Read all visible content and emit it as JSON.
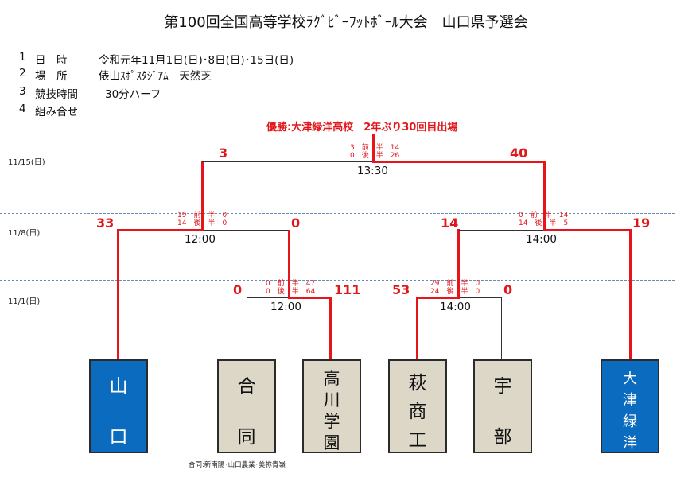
{
  "title": "第100回全国高等学校ﾗｸﾞﾋﾞｰﾌｯﾄﾎﾞｰﾙ大会　山口県予選会",
  "info": {
    "date_num": "1",
    "date_label": "日　時",
    "date_value": "令和元年11月1日(日)･8日(日)･15日(日)",
    "place_num": "2",
    "place_label": "場　所",
    "place_value": "俵山ｽﾎﾟｽﾀｼﾞｱﾑ　天然芝",
    "time_num": "3",
    "time_label": "競技時間",
    "time_value": "30分ハーフ",
    "combo_num": "4",
    "combo_label": "組み合せ"
  },
  "champion": "優勝:大津緑洋高校　2年ぶり30回目出場",
  "dates": {
    "r3": "11/15(日)",
    "r2": "11/8(日)",
    "r1": "11/1(日)"
  },
  "teams": {
    "t1": [
      "山",
      "口"
    ],
    "t2": [
      "合",
      "同"
    ],
    "t3": [
      "高",
      "川",
      "学",
      "園"
    ],
    "t4": [
      "萩",
      "商",
      "工"
    ],
    "t5": [
      "宇",
      "部"
    ],
    "t6": [
      "大",
      "津",
      "緑",
      "洋"
    ]
  },
  "matches": {
    "m1": {
      "time": "12:00",
      "score_left": "0",
      "score_right": "111",
      "first": "前　半",
      "second": "後　半",
      "first_left": "0",
      "first_right": "47",
      "second_left": "0",
      "second_right": "64"
    },
    "m2": {
      "time": "14:00",
      "score_left": "53",
      "score_right": "0",
      "first": "前　半",
      "second": "後　半",
      "first_left": "29",
      "first_right": "0",
      "second_left": "24",
      "second_right": "0"
    },
    "m3": {
      "time": "12:00",
      "score_left": "33",
      "score_right": "0",
      "first": "前　半",
      "second": "後　半",
      "first_left": "19",
      "first_right": "0",
      "second_left": "14",
      "second_right": "0"
    },
    "m4": {
      "time": "14:00",
      "score_left": "14",
      "score_right": "19",
      "first": "前　半",
      "second": "後　半",
      "first_left": "0",
      "first_right": "14",
      "second_left": "14",
      "second_right": "5"
    },
    "final": {
      "time": "13:30",
      "score_left": "3",
      "score_right": "40",
      "first": "前　半",
      "second": "後　半",
      "first_left": "3",
      "first_right": "14",
      "second_left": "0",
      "second_right": "26"
    }
  },
  "note": "合同:新南陽･山口農業･美祢青嶺",
  "colors": {
    "winner_line": "#e8141b",
    "score_text": "#e0161b",
    "blue_team": "#0b6bbf",
    "beige_team": "#ddd7c8"
  }
}
